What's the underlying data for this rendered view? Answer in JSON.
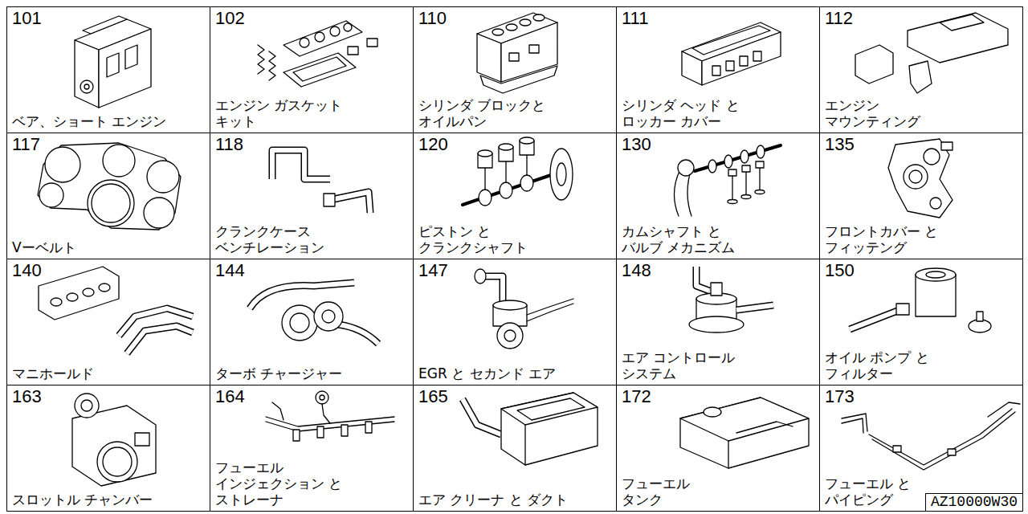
{
  "diagram": {
    "nodes": [
      {
        "text": [
          "101",
          "ベア、ショート エンジン"
        ]
      },
      {
        "text": [
          "102",
          "エンジン ガスケット キット"
        ]
      },
      {
        "text": [
          "110",
          "シリンダ ブロックと オイルパン"
        ]
      },
      {
        "text": [
          "111",
          "シリンダ ヘッド と ロッカー カバー"
        ]
      },
      {
        "text": [
          "112",
          "エンジン マウンティング"
        ]
      },
      {
        "text": [
          "117",
          "Vーベルト"
        ]
      },
      {
        "text": [
          "118",
          "クランクケース ベンチレーション"
        ]
      },
      {
        "text": [
          "120",
          "ピストン と クランクシャフト"
        ]
      },
      {
        "text": [
          "130",
          "カムシャフト と バルブ メカニズム"
        ]
      },
      {
        "text": [
          "135",
          "フロントカバー と フィッテング"
        ]
      },
      {
        "text": [
          "140",
          "マニホールド"
        ]
      },
      {
        "text": [
          "144",
          "ターボ チャージャー"
        ]
      },
      {
        "text": [
          "147",
          "EGR と セカンド エア"
        ]
      },
      {
        "text": [
          "148",
          "エア コントロール システム"
        ]
      },
      {
        "text": [
          "150",
          "オイル ポンプ と フィルター"
        ]
      },
      {
        "text": [
          "163",
          "スロットル チャンバー"
        ]
      },
      {
        "text": [
          "164",
          "フューエル インジェクション と ストレーナ"
        ]
      },
      {
        "text": [
          "165",
          "エア クリーナ と ダクト"
        ]
      },
      {
        "text": [
          "172",
          "フューエル タンク"
        ]
      },
      {
        "text": [
          "173",
          "フューエル と パイピング"
        ]
      },
      {
        "text": [
          "AZ10000W30"
        ],
        "in": 19
      }
    ]
  }
}
